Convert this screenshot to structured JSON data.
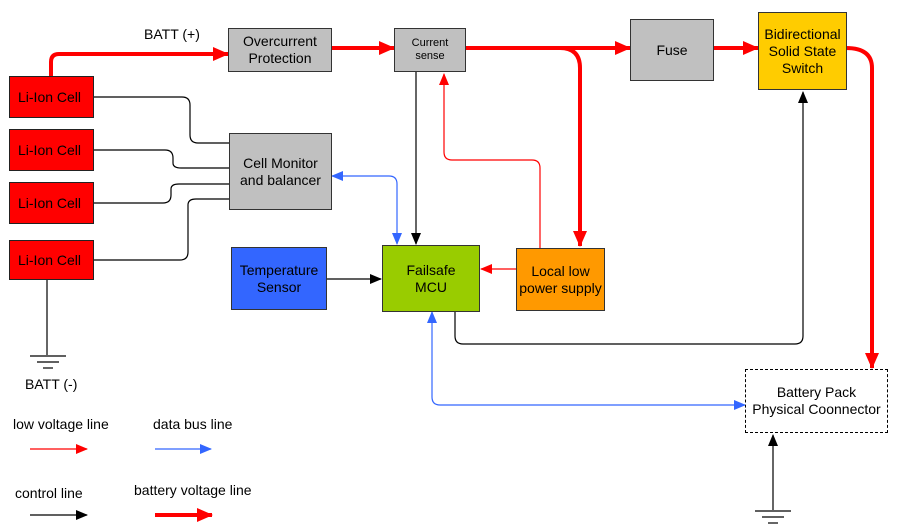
{
  "labels": {
    "batt_plus": "BATT (+)",
    "batt_minus": "BATT (-)"
  },
  "blocks": {
    "cells": [
      "Li-Ion Cell",
      "Li-Ion Cell",
      "Li-Ion Cell",
      "Li-Ion Cell"
    ],
    "overcurrent": "Overcurrent\nProtection",
    "current_sense": "Current\nsense",
    "fuse": "Fuse",
    "switch": "Bidirectional\nSolid State\nSwitch",
    "cell_monitor": "Cell Monitor\nand balancer",
    "temperature": "Temperature\nSensor",
    "mcu": "Failsafe\nMCU",
    "local_supply": "Local low\npower supply",
    "connector": "Battery Pack\nPhysical Coonnector"
  },
  "legend": {
    "low_voltage": "low voltage line",
    "data_bus": "data bus line",
    "control": "control line",
    "battery_voltage": "battery voltage line"
  },
  "colors": {
    "power_line": "#ff0000",
    "data_bus": "#3366ff",
    "control": "#000000",
    "cell": "#ff0000",
    "gray_block": "#c0c0c0",
    "temperature": "#3366ff",
    "mcu": "#99cc00",
    "local_supply": "#ff9900",
    "switch": "#ffcc00"
  }
}
